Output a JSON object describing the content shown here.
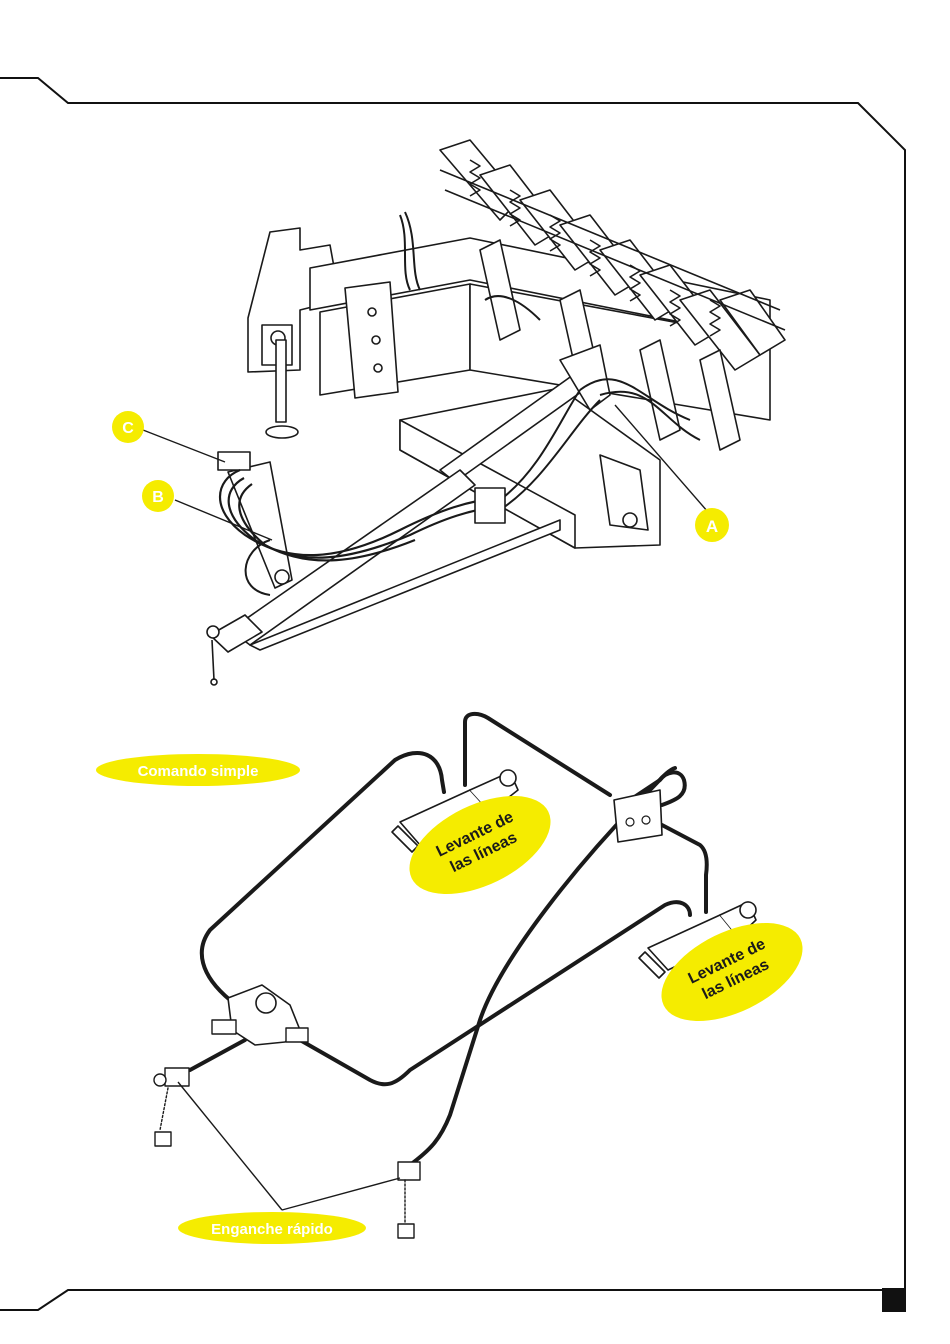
{
  "labels": {
    "callout_a": "A",
    "callout_b": "B",
    "callout_c": "C",
    "comando_simple": "Comando simple",
    "enganche_rapido": "Enganche rápido",
    "lift_1_line1": "Levante de",
    "lift_1_line2": "las líneas",
    "lift_2_line1": "Levante de",
    "lift_2_line2": "las líneas"
  },
  "colors": {
    "highlight": "#f5ec00",
    "line": "#1a1a1a",
    "frame": "#111111"
  }
}
